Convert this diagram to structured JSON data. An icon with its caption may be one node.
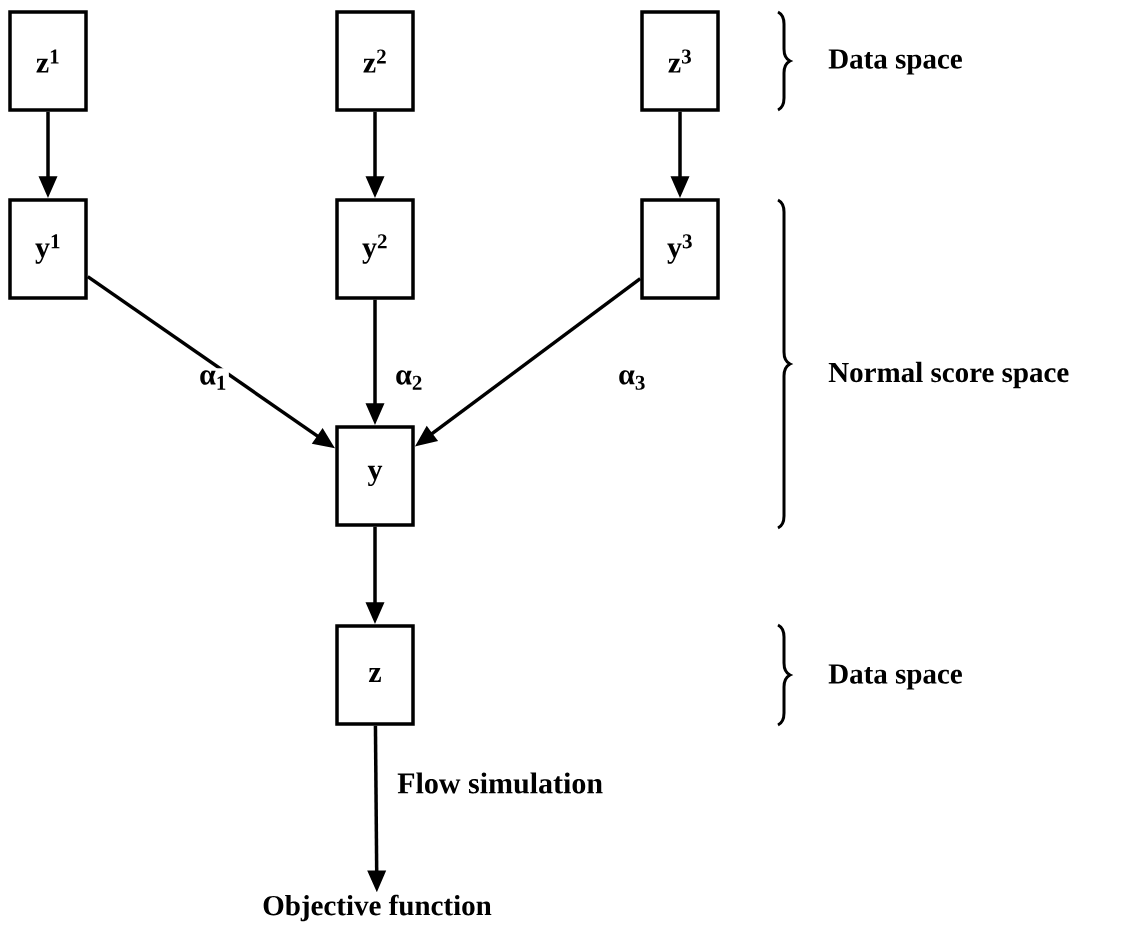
{
  "diagram": {
    "nodes": [
      {
        "text": [
          "z$^{1}$"
        ]
      },
      {
        "text": [
          "z$^{2}$"
        ]
      },
      {
        "text": [
          "z$^{3}$"
        ]
      },
      {
        "text": [
          "y$^{1}$"
        ]
      },
      {
        "text": [
          "y$^{2}$"
        ]
      },
      {
        "text": [
          "y$^{3}$"
        ]
      },
      {
        "text": [
          "y"
        ]
      },
      {
        "text": [
          "z"
        ]
      },
      {
        "text": [
          "Objective function"
        ]
      }
    ],
    "edges": [
      {
        "from": 0,
        "to": 3,
        "arrow": "to"
      },
      {
        "from": 1,
        "to": 4,
        "arrow": "to"
      },
      {
        "from": 2,
        "to": 5,
        "arrow": "to"
      },
      {
        "from": 3,
        "to": 6,
        "arrow": "to",
        "label": "α$_{1}$"
      },
      {
        "from": 4,
        "to": 6,
        "arrow": "to",
        "label": "α$_{2}$"
      },
      {
        "from": 5,
        "to": 6,
        "arrow": "to",
        "label": "α$_{3}$"
      },
      {
        "from": 6,
        "to": 7,
        "arrow": "to"
      },
      {
        "from": 7,
        "to": 8,
        "arrow": "to",
        "label": "Flow simulation"
      }
    ],
    "labels": [
      "Data space",
      "Normal score space",
      "Data space"
    ]
  }
}
